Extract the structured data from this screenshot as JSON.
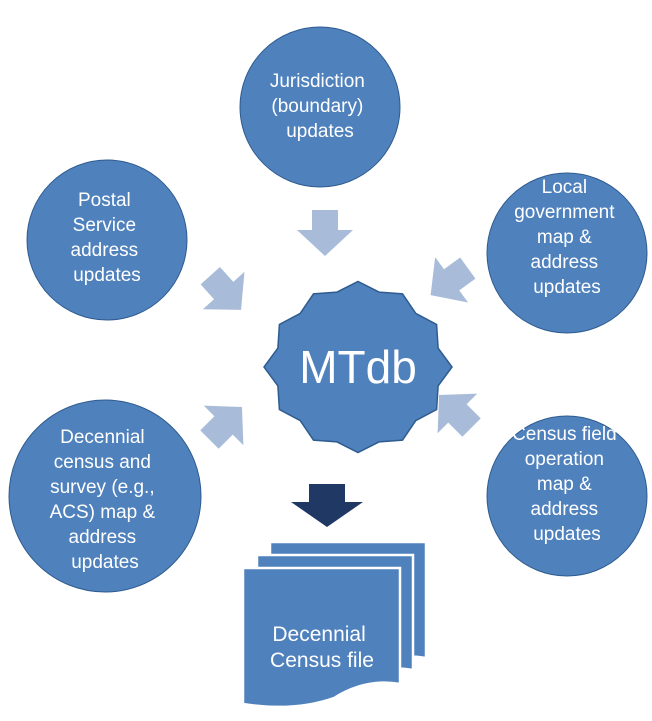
{
  "nodes": {
    "jurisdiction": [
      "Jurisdiction",
      "(boundary)",
      "updates"
    ],
    "postal": [
      "Postal",
      "Service",
      "address",
      "updates"
    ],
    "local_government": [
      "Local",
      "government",
      "map &",
      "address",
      "updates"
    ],
    "decennial_survey": [
      "Decennial",
      "census and",
      "survey (e.g.,",
      "ACS) map &",
      "address",
      "updates"
    ],
    "census_field": [
      "Census field",
      "operation",
      "map &",
      "address",
      "updates"
    ]
  },
  "hub": {
    "label": "MTdb"
  },
  "output": {
    "lines": [
      "Decennial",
      "Census file"
    ]
  },
  "colors": {
    "node_fill": "#4f81bd",
    "arrow_light": "#a8bcd9",
    "arrow_dark": "#1f3864"
  }
}
